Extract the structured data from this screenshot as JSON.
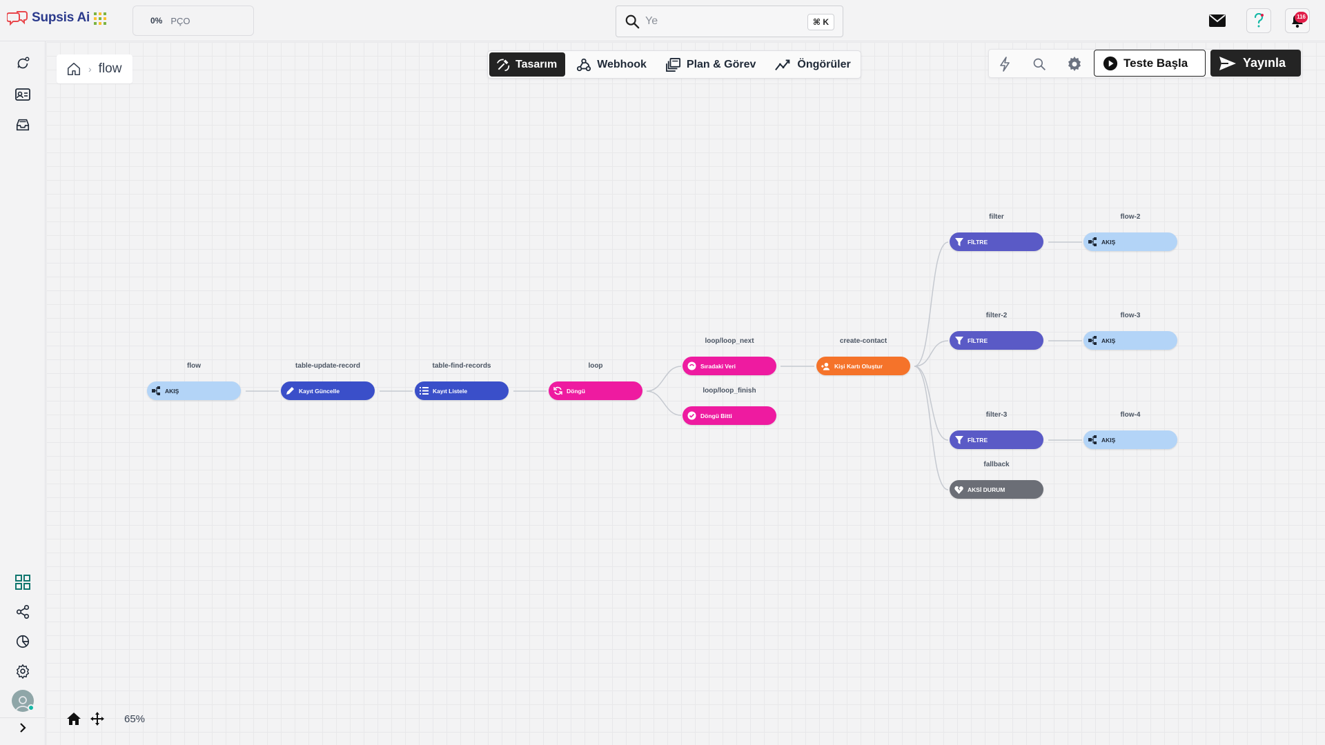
{
  "app": {
    "name": "Supsis Ai",
    "logo_icon": "chat-bubbles-icon",
    "brand_color": "#2b3a8c"
  },
  "usage": {
    "percent": "0%",
    "label": "PÇO"
  },
  "search": {
    "placeholder": "Ye",
    "shortcut": "⌘ K"
  },
  "notifications": {
    "count": "116"
  },
  "breadcrumb": {
    "home_icon": "home-icon",
    "current": "flow"
  },
  "tabs": [
    {
      "label": "Tasarım",
      "icon": "design-icon",
      "active": true
    },
    {
      "label": "Webhook",
      "icon": "webhook-icon",
      "active": false
    },
    {
      "label": "Plan & Görev",
      "icon": "plan-icon",
      "active": false
    },
    {
      "label": "Öngörüler",
      "icon": "insights-icon",
      "active": false
    }
  ],
  "toolbar": {
    "test_label": "Teste Başla",
    "publish_label": "Yayınla"
  },
  "zoom": {
    "level": "65%"
  },
  "colors": {
    "flow_node": "#b3d4f7",
    "action_node": "#3a4fc9",
    "loop_node": "#ee1ba0",
    "contact_node": "#f5732a",
    "filter_node": "#5a5ac6",
    "fallback_node": "#6b6e76"
  },
  "nodes": [
    {
      "id": "flow",
      "title": "flow",
      "label": "AKIŞ",
      "kind": "flow"
    },
    {
      "id": "table-update-record",
      "title": "table-update-record",
      "label": "Kayıt Güncelle",
      "kind": "action"
    },
    {
      "id": "table-find-records",
      "title": "table-find-records",
      "label": "Kayıt Listele",
      "kind": "action"
    },
    {
      "id": "loop",
      "title": "loop",
      "label": "Döngü",
      "kind": "loop"
    },
    {
      "id": "loop_next",
      "title": "loop/loop_next",
      "label": "Sıradaki Veri",
      "kind": "loop"
    },
    {
      "id": "loop_finish",
      "title": "loop/loop_finish",
      "label": "Döngü Bitti",
      "kind": "loop"
    },
    {
      "id": "create-contact",
      "title": "create-contact",
      "label": "Kişi Kartı Oluştur",
      "kind": "contact"
    },
    {
      "id": "filter",
      "title": "filter",
      "label": "FİLTRE",
      "kind": "filter"
    },
    {
      "id": "filter-2",
      "title": "filter-2",
      "label": "FİLTRE",
      "kind": "filter"
    },
    {
      "id": "filter-3",
      "title": "filter-3",
      "label": "FİLTRE",
      "kind": "filter"
    },
    {
      "id": "fallback",
      "title": "fallback",
      "label": "AKSİ DURUM",
      "kind": "fallback"
    },
    {
      "id": "flow-2",
      "title": "flow-2",
      "label": "AKIŞ",
      "kind": "flow"
    },
    {
      "id": "flow-3",
      "title": "flow-3",
      "label": "AKIŞ",
      "kind": "flow"
    },
    {
      "id": "flow-4",
      "title": "flow-4",
      "label": "AKIŞ",
      "kind": "flow"
    }
  ]
}
